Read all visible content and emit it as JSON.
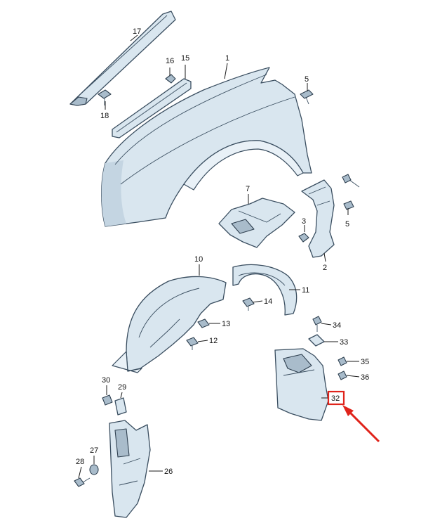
{
  "labels": {
    "l1": "1",
    "l2": "2",
    "l3": "3",
    "l5a": "5",
    "l5b": "5",
    "l7": "7",
    "l10": "10",
    "l11": "11",
    "l12": "12",
    "l13": "13",
    "l14": "14",
    "l15": "15",
    "l16": "16",
    "l17": "17",
    "l18": "18",
    "l26": "26",
    "l27": "27",
    "l28": "28",
    "l29": "29",
    "l30": "30",
    "l32": "32",
    "l33": "33",
    "l34": "34",
    "l35": "35",
    "l36": "36"
  },
  "highlighted_part": "32",
  "colors": {
    "highlight": "#e0241b",
    "part_fill": "#d9e6ef",
    "outline": "#3a4e60"
  }
}
